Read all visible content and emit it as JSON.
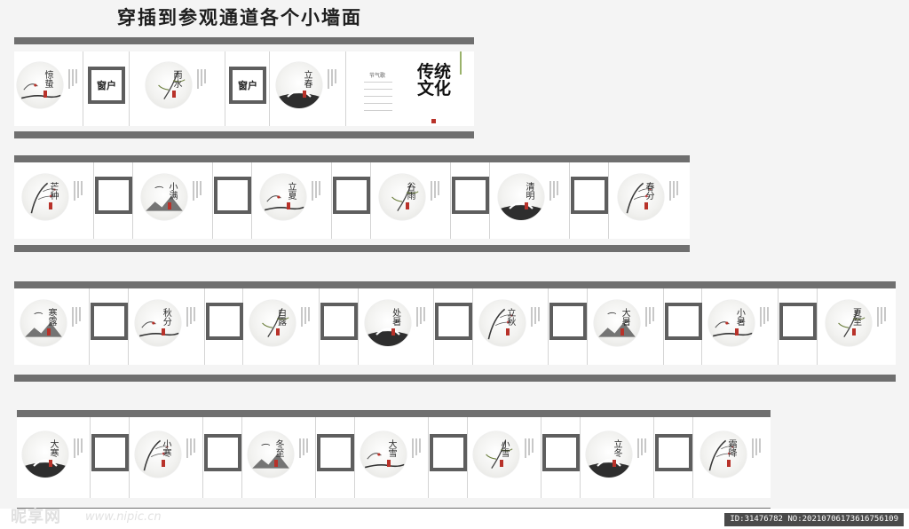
{
  "title": "穿插到参观通道各个小墙面",
  "window_label": "窗户",
  "culture_title": "传统文化",
  "culture_panel_title": "节气歌",
  "watermark": {
    "brand": "昵享网",
    "url": "www.nipic.cn",
    "id_text": "ID:31476782 NO:20210706173616756109"
  },
  "rows": [
    {
      "panels": [
        "惊蛰",
        "window",
        "雨水",
        "window",
        "立春",
        "culture"
      ]
    },
    {
      "panels": [
        "芒种",
        "frame",
        "小满",
        "frame",
        "立夏",
        "frame",
        "谷雨",
        "frame",
        "清明",
        "frame",
        "春分"
      ]
    },
    {
      "panels": [
        "寒露",
        "frame",
        "秋分",
        "frame",
        "白露",
        "frame",
        "处暑",
        "frame",
        "立秋",
        "frame",
        "大暑",
        "frame",
        "小暑",
        "frame",
        "夏至"
      ]
    },
    {
      "panels": [
        "大寒",
        "frame",
        "小寒",
        "frame",
        "冬至",
        "frame",
        "大雪",
        "frame",
        "小雪",
        "frame",
        "立冬",
        "frame",
        "霜降"
      ]
    }
  ]
}
